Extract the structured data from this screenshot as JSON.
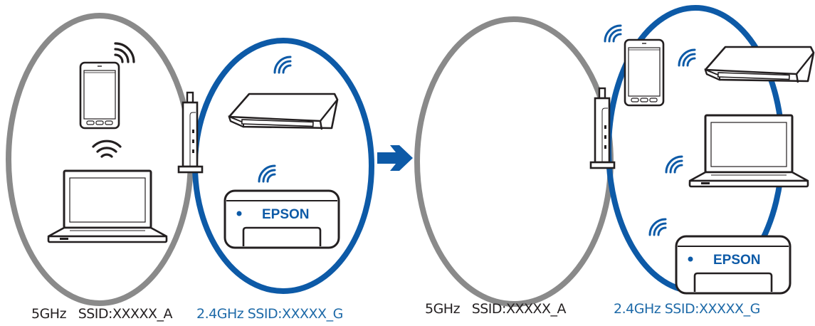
{
  "diagram": {
    "description": "Wi-Fi band change: devices move from 5GHz network to 2.4GHz network",
    "colors": {
      "band_5ghz_ring": "#8a8a8a",
      "band_24ghz_ring": "#0d5aa7",
      "arrow": "#0d5aa7",
      "outline": "#231f20",
      "label_5ghz": "#231f20",
      "label_24ghz": "#1e6aa8"
    },
    "before": {
      "band_5ghz": {
        "label": "5GHz   SSID:XXXXX_A",
        "devices": [
          "smartphone",
          "laptop"
        ]
      },
      "band_24ghz": {
        "label": "2.4GHz SSID:XXXXX_G",
        "devices": [
          "portable-printer",
          "epson-printer"
        ]
      },
      "printer_brand": "EPSON"
    },
    "after": {
      "band_5ghz": {
        "label": "5GHz   SSID:XXXXX_A",
        "devices": []
      },
      "band_24ghz": {
        "label": "2.4GHz SSID:XXXXX_G",
        "devices": [
          "smartphone",
          "portable-printer",
          "laptop",
          "epson-printer"
        ]
      },
      "printer_brand": "EPSON"
    },
    "arrow": "right-arrow"
  }
}
